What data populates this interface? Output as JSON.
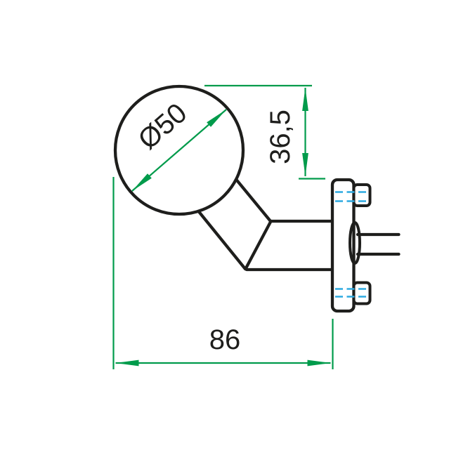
{
  "colors": {
    "line-black": "#1e1e1c",
    "dimension-green": "#009b4b",
    "hidden-blue": "#2daae1",
    "paper-white": "#ffffff"
  },
  "drawing": {
    "description": "dimensioned-outline-drawing-of-ball-wall-bracket",
    "dimensions": {
      "ball_diameter": {
        "label": "Ø50",
        "value": 50
      },
      "height": {
        "label": "36,5",
        "value": 36.5
      },
      "width": {
        "label": "86",
        "value": 86
      }
    }
  }
}
